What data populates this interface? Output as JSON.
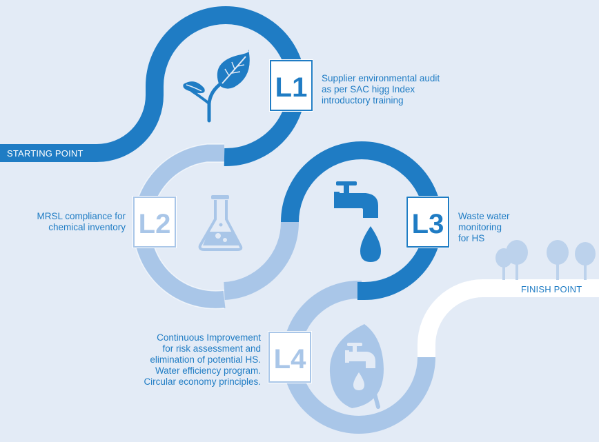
{
  "start_label": "STARTING POINT",
  "finish_label": "FINISH POINT",
  "levels": [
    {
      "code": "L1",
      "icon": "plant-sprout-icon",
      "text": [
        "Supplier environmental audit",
        "as per SAC higg Index",
        "introductory training"
      ]
    },
    {
      "code": "L2",
      "icon": "lab-flask-icon",
      "text": [
        "MRSL compliance for",
        "chemical inventory"
      ]
    },
    {
      "code": "L3",
      "icon": "water-tap-drop-icon",
      "text": [
        "Waste water",
        "monitoring",
        "for HS"
      ]
    },
    {
      "code": "L4",
      "icon": "leaf-tap-icon",
      "text": [
        "Continuous Improvement",
        "for risk assessment and",
        "elimination of potential HS.",
        "Water efficiency program.",
        "Circular economy principles."
      ]
    }
  ],
  "decoration": "trees-icon",
  "colors": {
    "background": "#e3ebf6",
    "dark_blue": "#1f7cc4",
    "light_blue": "#a9c6e8",
    "white": "#ffffff"
  }
}
